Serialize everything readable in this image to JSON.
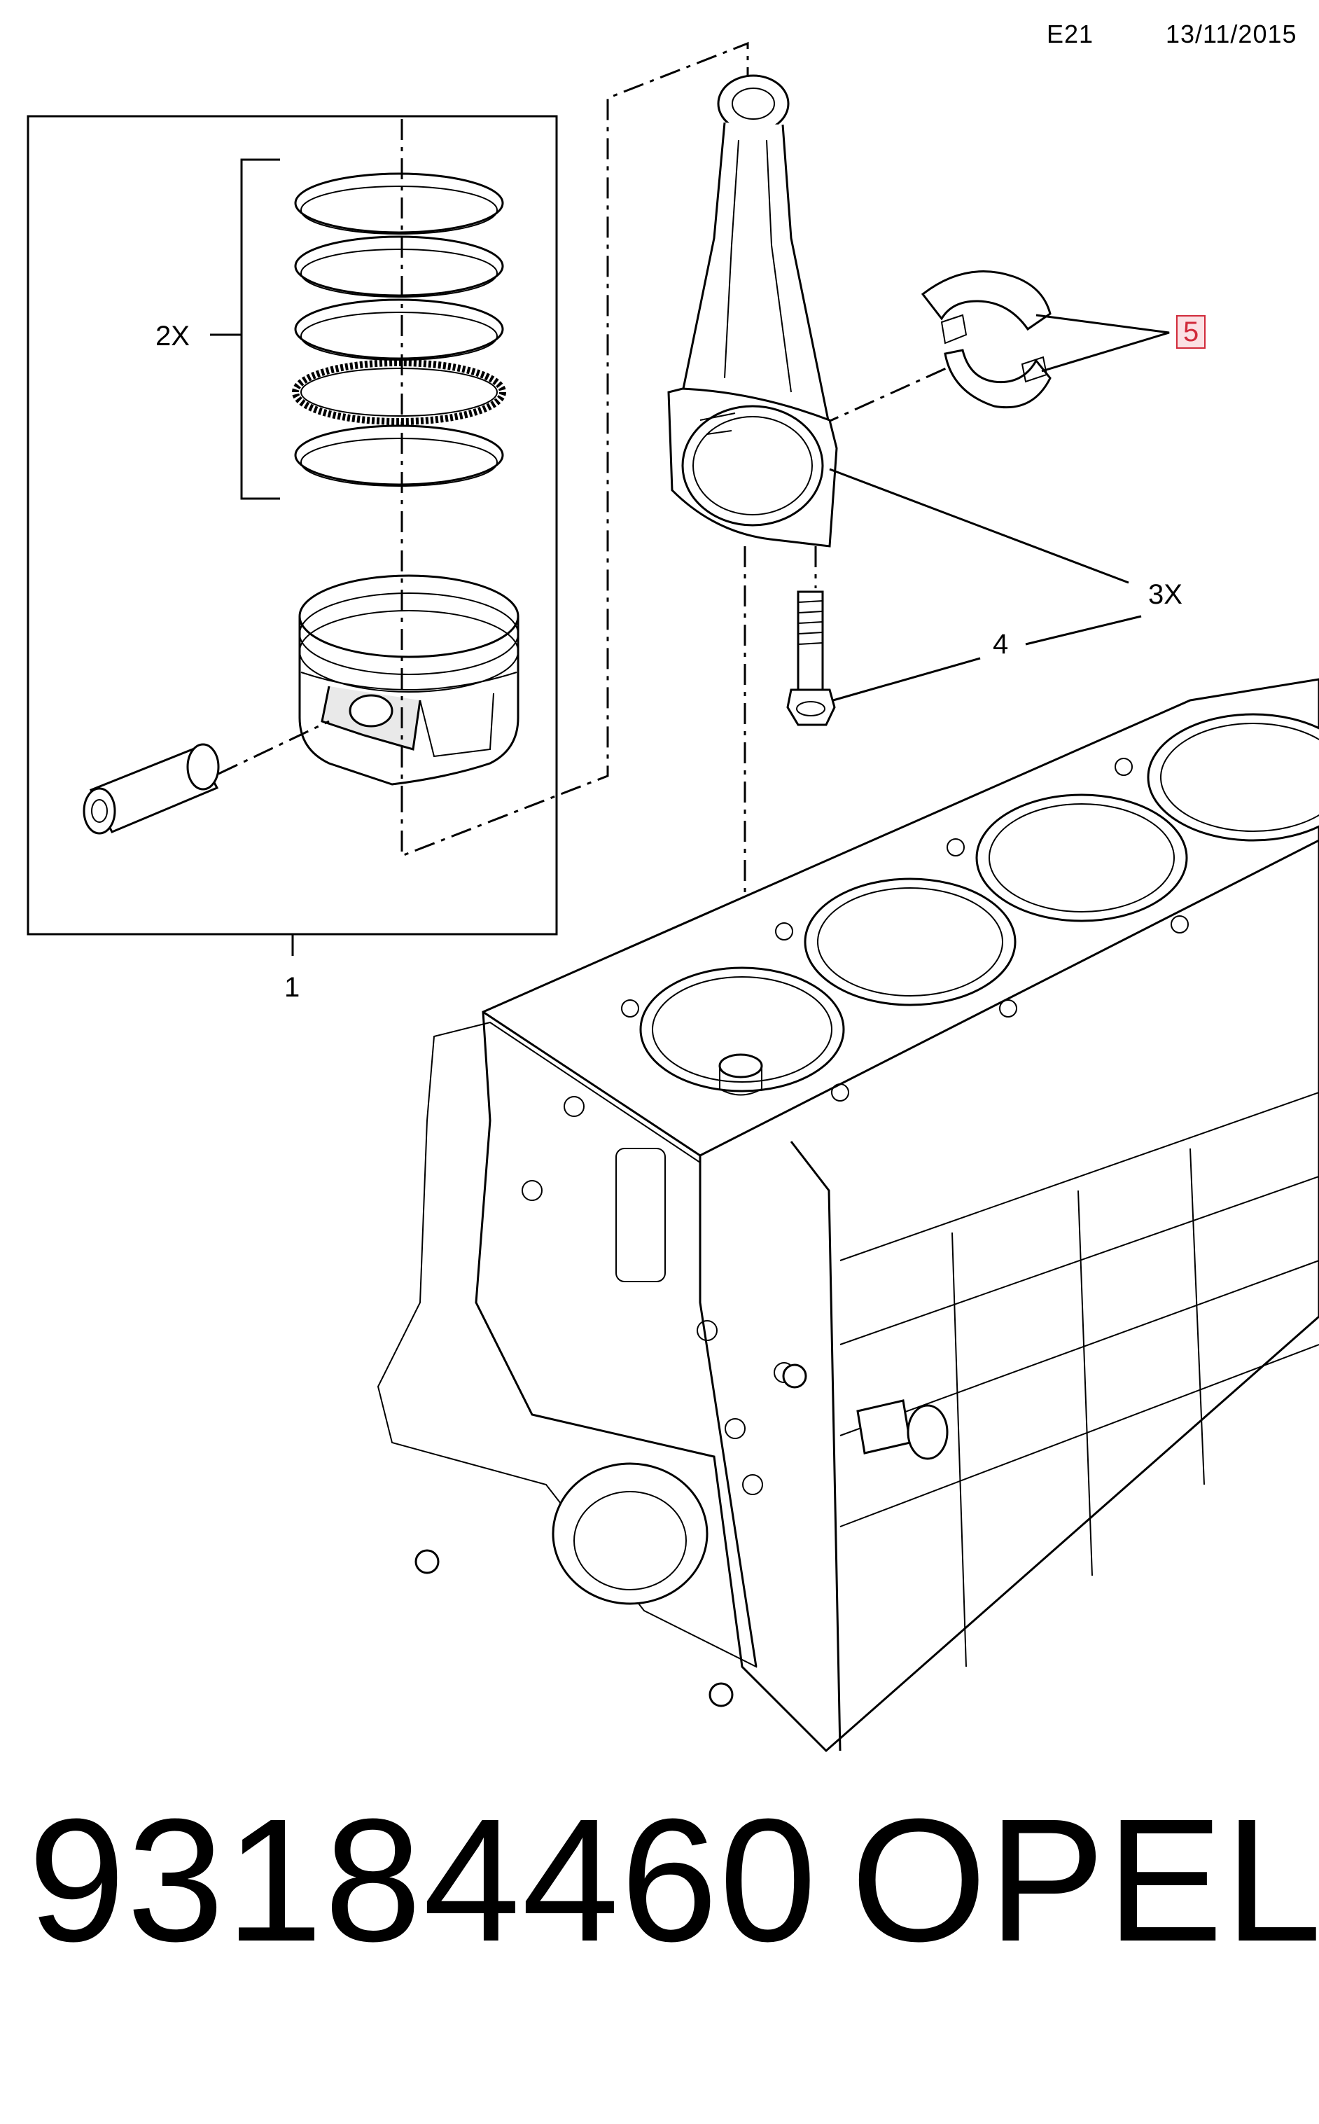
{
  "header": {
    "code": "E21",
    "date": "13/11/2015"
  },
  "callouts": {
    "rings_qty": "2X",
    "piston_assembly": "1",
    "bearing": "5",
    "rod_qty": "3X",
    "bolt": "4"
  },
  "part_number": "93184460",
  "brand": "OPEL",
  "colors": {
    "highlight_border": "#d12a3a",
    "highlight_fill": "#fbe1e4"
  }
}
